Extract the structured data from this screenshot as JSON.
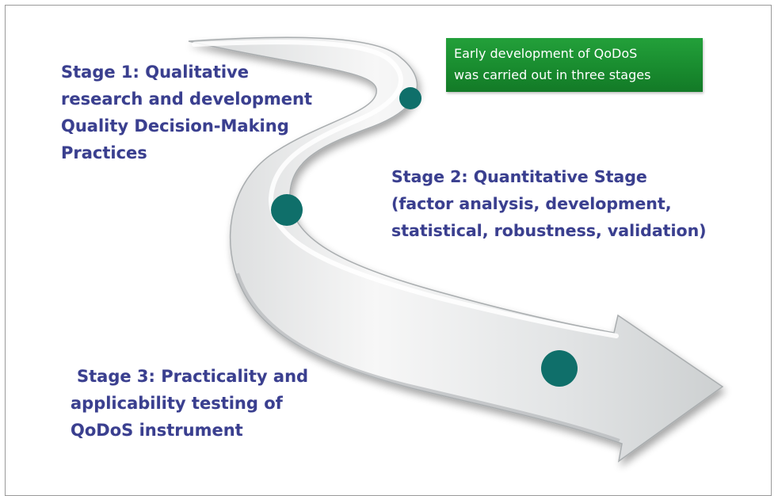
{
  "stages": [
    {
      "id": "stage1",
      "lines": [
        "Stage 1: Qualitative",
        "research and development",
        "Quality Decision-Making",
        "Practices"
      ]
    },
    {
      "id": "stage2",
      "lines": [
        "Stage 2: Quantitative Stage",
        "(factor analysis, development,",
        "statistical, robustness, validation)"
      ]
    },
    {
      "id": "stage3",
      "lines": [
        "Stage 3: Practicality and",
        "applicability testing of",
        "QoDoS instrument"
      ]
    }
  ],
  "note": {
    "lines": [
      "Early development of QoDoS",
      "was carried out in three stages"
    ]
  },
  "colors": {
    "stage_text": "#3a3f8f",
    "note_background": "#1a8f31",
    "milestone_dot": "#0f6f6a",
    "road_light": "#f4f4f4",
    "road_shadow": "#b9bcbd"
  }
}
